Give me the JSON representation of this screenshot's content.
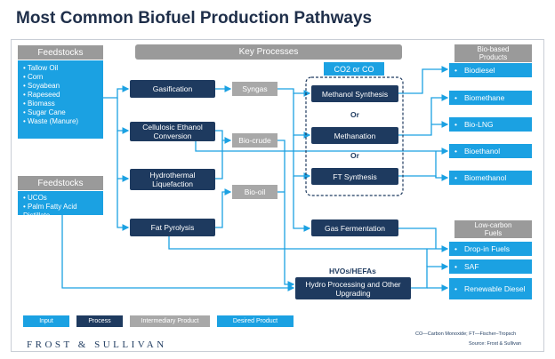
{
  "title": "Most Common Biofuel Production Pathways",
  "headers": {
    "feedstocks1": "Feedstocks",
    "key_processes": "Key Processes",
    "feedstocks2": "Feedstocks",
    "bio_based": "Bio-based Products",
    "low_carbon": "Low-carbon Fuels"
  },
  "feedstocks1_items": [
    "Tallow Oil",
    "Corn",
    "Soyabean",
    "Rapeseed",
    "Biomass",
    "Sugar Cane",
    "Waste (Manure)"
  ],
  "feedstocks2_items": [
    "UCOs",
    "Palm Fatty Acid Distillate"
  ],
  "processes": {
    "gasification": "Gasification",
    "cellulosic": "Cellulosic Ethanol Conversion",
    "hydrothermal": "Hydrothermal Liquefaction",
    "fat_pyrolysis": "Fat Pyrolysis",
    "methanol_synthesis": "Methanol Synthesis",
    "methanation": "Methanation",
    "ft_synthesis": "FT Synthesis",
    "gas_fermentation": "Gas Fermentation",
    "hydro_processing": "Hydro Processing and Other Upgrading"
  },
  "intermediates": {
    "syngas": "Syngas",
    "biocrude": "Bio-crude",
    "biooil": "Bio-oil"
  },
  "labels": {
    "co2_or_co": "CO2 or CO",
    "or1": "Or",
    "or2": "Or",
    "hvos": "HVOs/HEFAs"
  },
  "bio_products": [
    "Biodiesel",
    "Biomethane",
    "Bio-LNG",
    "Bioethanol",
    "Biomethanol"
  ],
  "low_carbon_fuels": [
    "Drop-in Fuels",
    "SAF",
    "Renewable Diesel"
  ],
  "legend": {
    "input": "Input",
    "process": "Process",
    "intermediary": "Intermediary Product",
    "desired": "Desired Product"
  },
  "footnote": "CO—Carbon Monoxide; FT—Fischer–Tropsch",
  "source": "Source: Frost & Sullivan",
  "logo": "FROST & SULLIVAN",
  "colors": {
    "input": "#1ba1e2",
    "process": "#1e3a5f",
    "intermediary": "#a8a8a8",
    "desired": "#1ba1e2",
    "header": "#9a9a9a"
  }
}
